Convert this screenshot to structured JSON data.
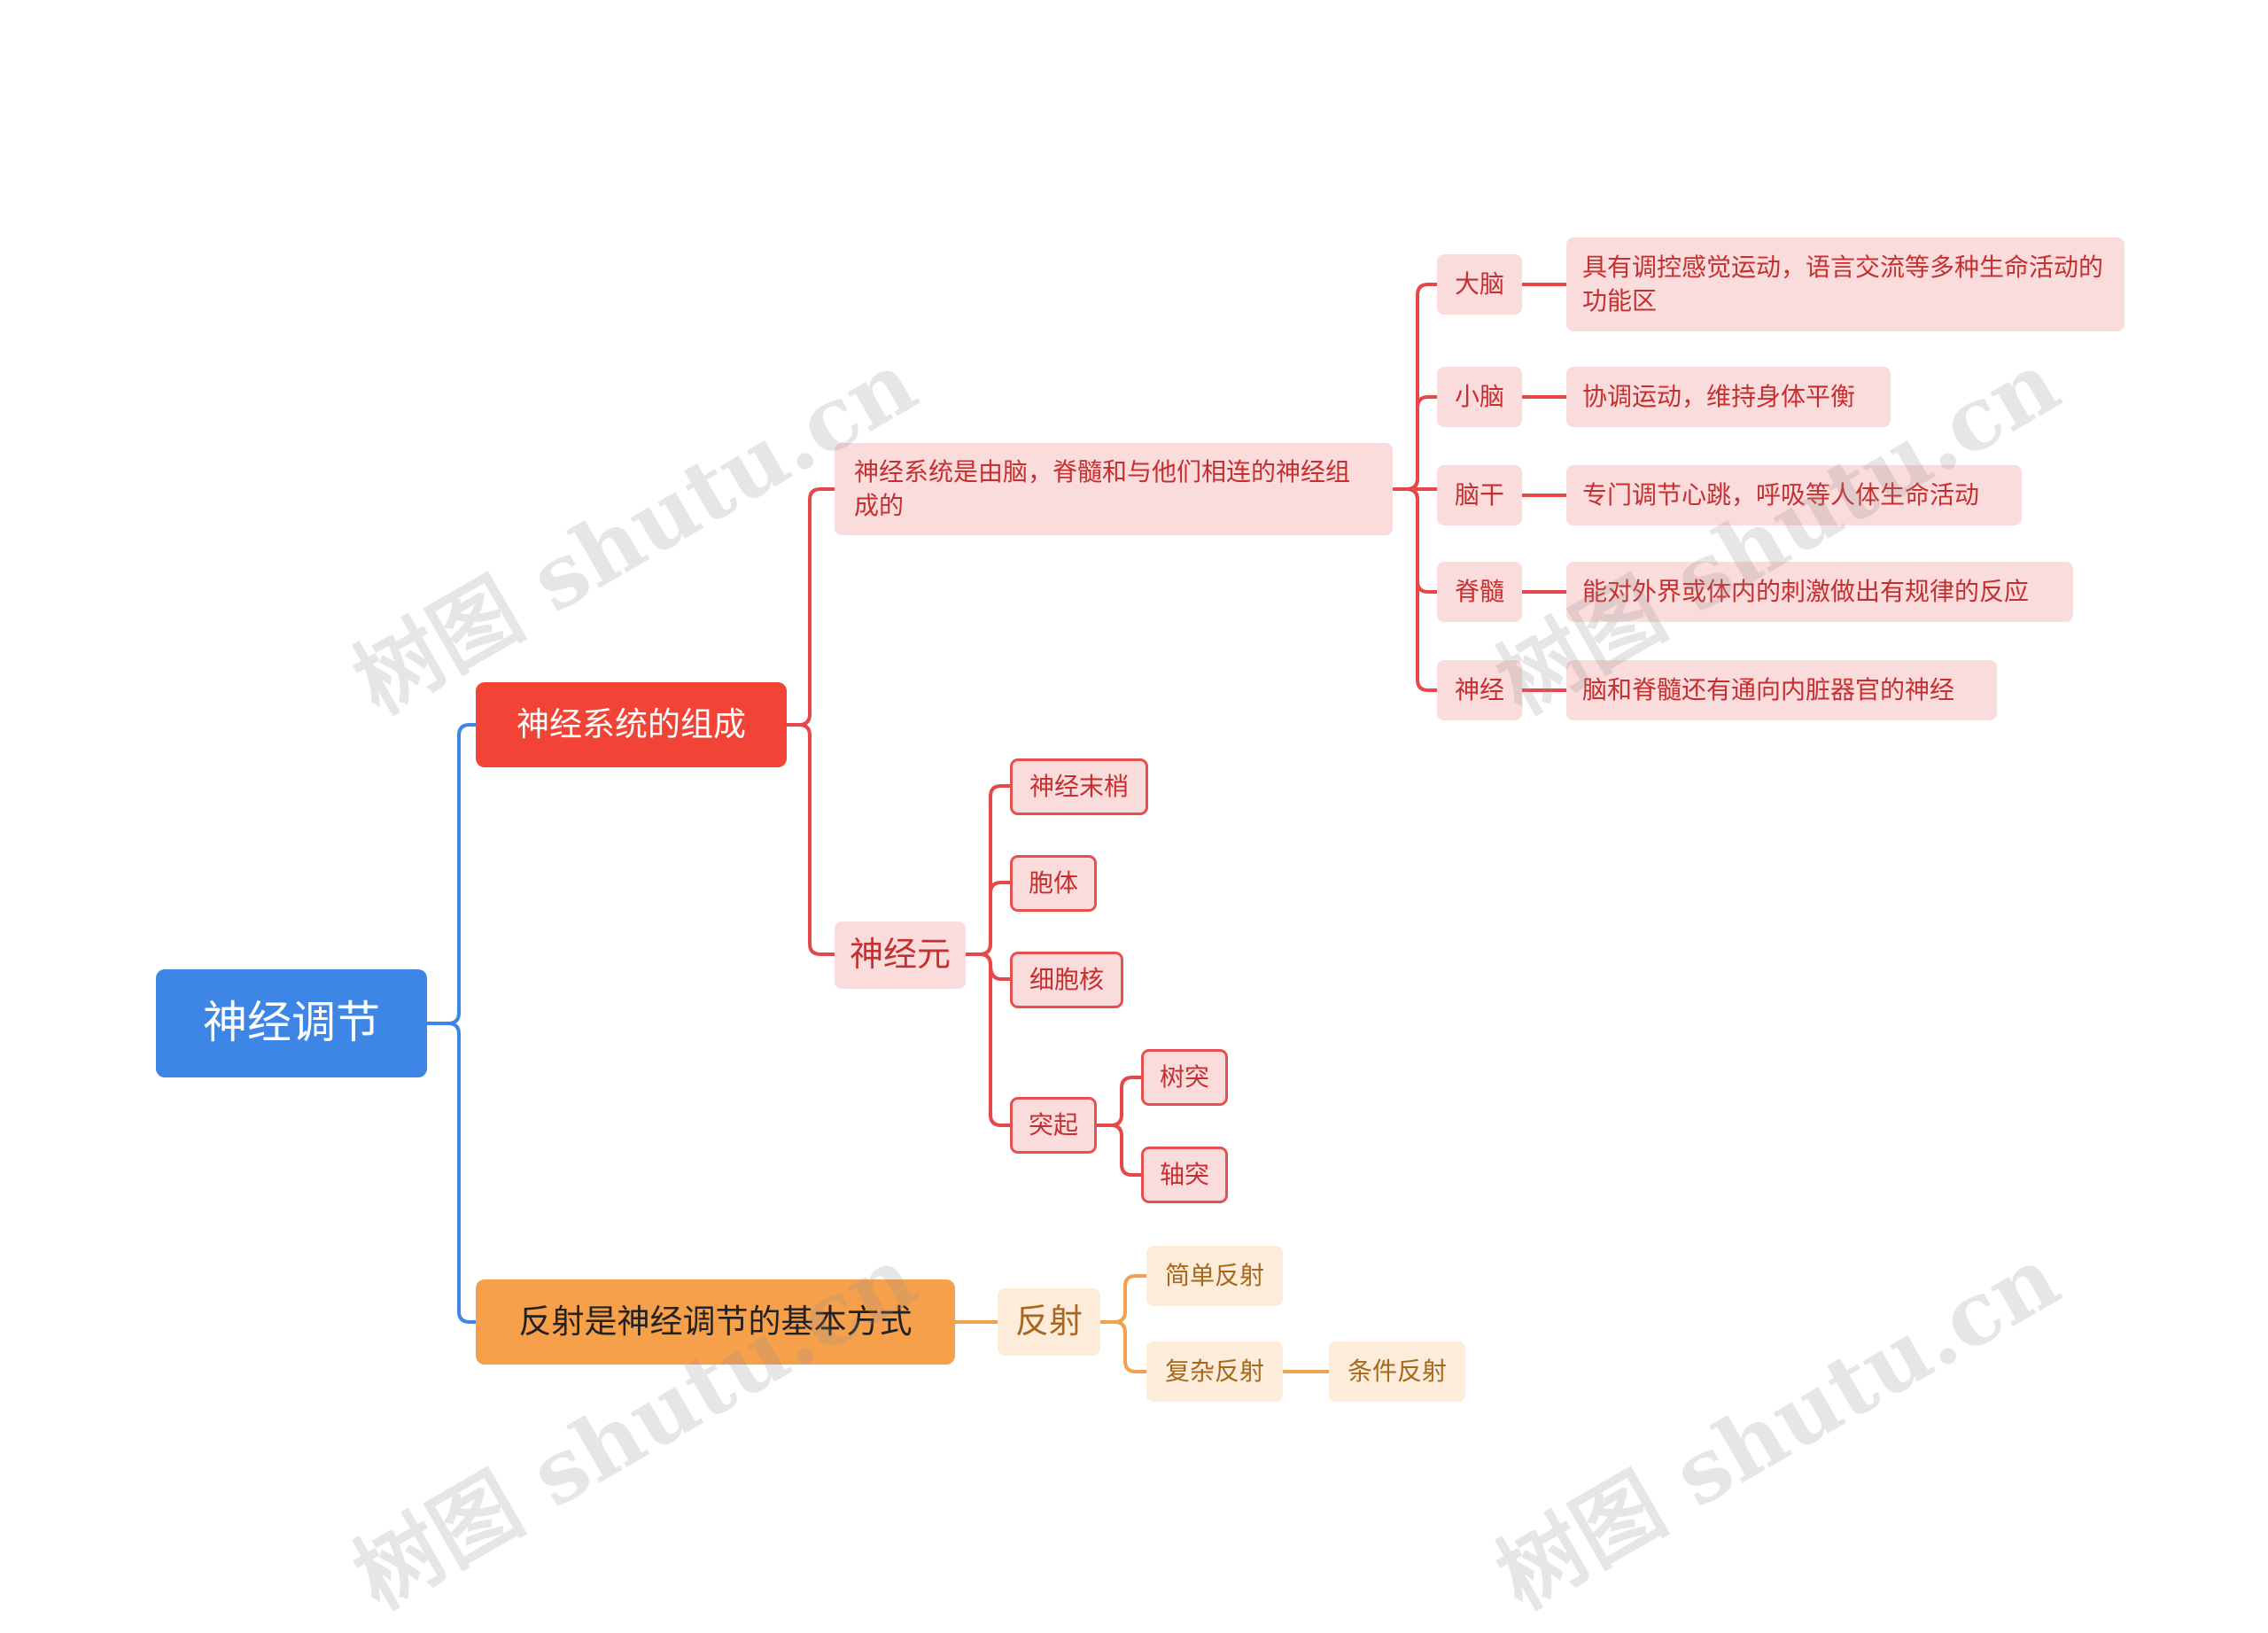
{
  "root": {
    "label": "神经调节"
  },
  "branch_composition": {
    "label": "神经系统的组成",
    "definition": {
      "label": "神经系统是由脑，脊髓和与他们相连的神经组成的",
      "parts": [
        {
          "name": "大脑",
          "desc": "具有调控感觉运动，语言交流等多种生命活动的功能区"
        },
        {
          "name": "小脑",
          "desc": "协调运动，维持身体平衡"
        },
        {
          "name": "脑干",
          "desc": "专门调节心跳，呼吸等人体生命活动"
        },
        {
          "name": "脊髓",
          "desc": "能对外界或体内的刺激做出有规律的反应"
        },
        {
          "name": "神经",
          "desc": "脑和脊髓还有通向内脏器官的神经"
        }
      ]
    },
    "neuron": {
      "label": "神经元",
      "parts": [
        "神经末梢",
        "胞体",
        "细胞核"
      ],
      "process": {
        "label": "突起",
        "parts": [
          "树突",
          "轴突"
        ]
      }
    }
  },
  "branch_reflex": {
    "label": "反射是神经调节的基本方式",
    "reflex": {
      "label": "反射",
      "simple": "简单反射",
      "complex": "复杂反射",
      "conditioned": "条件反射"
    }
  },
  "watermark": "树图 shutu.cn",
  "colors": {
    "blue": "#3d86e6",
    "red": "#f14336",
    "orange": "#f6a04c"
  }
}
